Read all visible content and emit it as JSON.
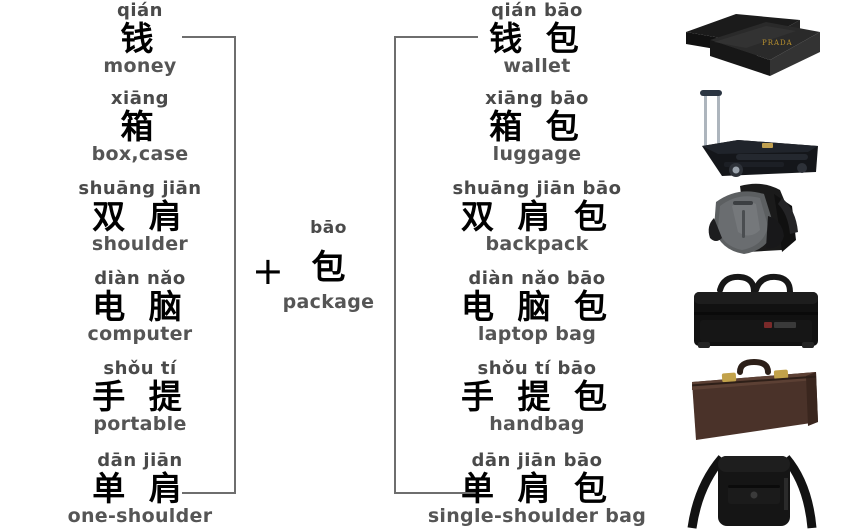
{
  "title": "Chinese vocabulary: bāo (包) compound words",
  "center": {
    "plus": "+",
    "pinyin": "bāo",
    "hanzi": "包",
    "gloss": "package"
  },
  "left_column": [
    {
      "pinyin": "qián",
      "hanzi": "钱",
      "gloss": "money"
    },
    {
      "pinyin": "xiāng",
      "hanzi": "箱",
      "gloss": "box,case"
    },
    {
      "pinyin": "shuāng jiān",
      "hanzi": "双 肩",
      "gloss": "shoulder"
    },
    {
      "pinyin": "diàn nǎo",
      "hanzi": "电 脑",
      "gloss": "computer"
    },
    {
      "pinyin": "shǒu  tí",
      "hanzi": "手 提",
      "gloss": "portable"
    },
    {
      "pinyin": "dān jiān",
      "hanzi": "单 肩",
      "gloss": "one-shoulder"
    }
  ],
  "right_column": [
    {
      "pinyin": "qián bāo",
      "hanzi": "钱 包",
      "gloss": "wallet"
    },
    {
      "pinyin": "xiāng bāo",
      "hanzi": "箱 包",
      "gloss": "luggage"
    },
    {
      "pinyin": "shuāng jiān bāo",
      "hanzi": "双 肩 包",
      "gloss": "backpack"
    },
    {
      "pinyin": "diàn nǎo bāo",
      "hanzi": "电 脑 包",
      "gloss": "laptop bag"
    },
    {
      "pinyin": "shǒu  tí  bāo",
      "hanzi": "手 提 包",
      "gloss": "handbag"
    },
    {
      "pinyin": "dān jiān bāo",
      "hanzi": "单 肩 包",
      "gloss": "single-shoulder bag"
    }
  ],
  "photos": [
    {
      "name": "wallet-photo",
      "alt": "black leather wallet with gift box"
    },
    {
      "name": "luggage-photo",
      "alt": "black rolling suitcase with telescoping handle"
    },
    {
      "name": "backpack-photo",
      "alt": "grey and black backpack"
    },
    {
      "name": "laptop-bag-photo",
      "alt": "black laptop briefcase bag"
    },
    {
      "name": "handbag-photo",
      "alt": "dark brown hard-shell attache case"
    },
    {
      "name": "single-shoulder-bag-photo",
      "alt": "black shoulder messenger bag"
    }
  ],
  "colors": {
    "background": "#ffffff",
    "hanzi": "#000000",
    "pinyin": "#4a4a4a",
    "gloss": "#555555",
    "bracket": "#6e6e6e"
  }
}
